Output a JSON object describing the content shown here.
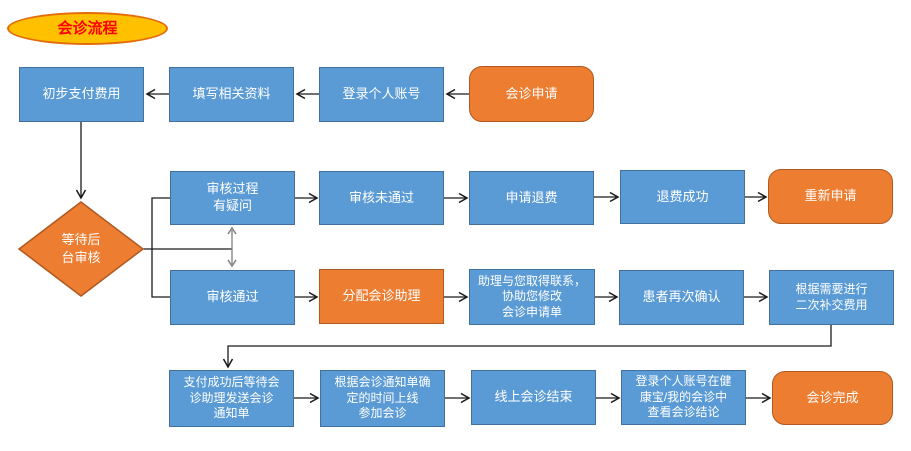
{
  "title": "会诊流程",
  "colors": {
    "blue_fill": "#5B9BD5",
    "blue_border": "#41719C",
    "orange_fill": "#ED7D31",
    "orange_border": "#AE5A21",
    "yellow_fill": "#FFC000",
    "yellow_border": "#E36C0A",
    "title_text": "#FF0000",
    "node_text": "#FFFFFF",
    "connector": "#1A1A1A",
    "double_arrow": "#808080"
  },
  "nodes": {
    "initial_payment": "初步支付费用",
    "fill_info": "填写相关资料",
    "login_account": "登录个人账号",
    "consult_apply": "会诊申请",
    "wait_review": "等待后\n台审核",
    "review_question": "审核过程\n有疑问",
    "review_fail": "审核未通过",
    "apply_refund": "申请退费",
    "refund_success": "退费成功",
    "reapply": "重新申请",
    "review_pass": "审核通过",
    "assign_assistant": "分配会诊助理",
    "assistant_contact": "助理与您取得联系，\n协助您修改\n会诊申请单",
    "patient_confirm": "患者再次确认",
    "second_payment": "根据需要进行\n二次补交费用",
    "wait_notice": "支付成功后等待会\n诊助理发送会诊\n通知单",
    "attend_consult": "根据会诊通知单确\n定的时间上线\n参加会诊",
    "consult_end": "线上会诊结束",
    "view_conclusion": "登录个人账号在健\n康宝/我的会诊中\n查看会诊结论",
    "consult_done": "会诊完成"
  }
}
